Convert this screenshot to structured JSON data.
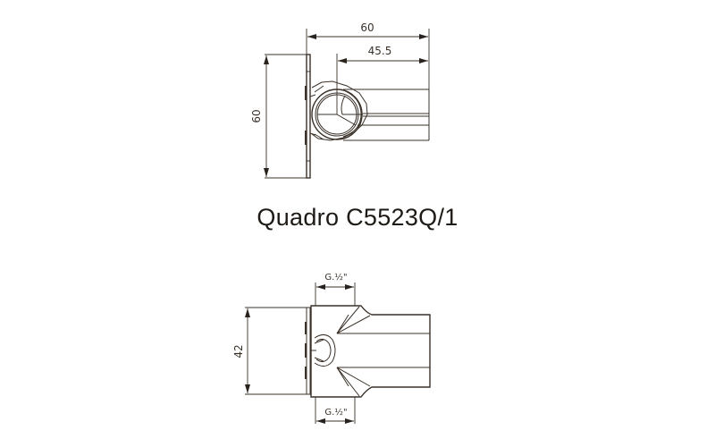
{
  "title": "Quadro C5523Q/1",
  "colors": {
    "line": "#3a3129",
    "text": "#1e1a16",
    "background": "#ffffff"
  },
  "top_view": {
    "dimensions": {
      "overall_width": "60",
      "inner_width": "45.5",
      "height": "60"
    }
  },
  "side_view": {
    "dimensions": {
      "height": "42",
      "top_thread": "G.½\"",
      "bottom_thread": "G.½\""
    }
  }
}
